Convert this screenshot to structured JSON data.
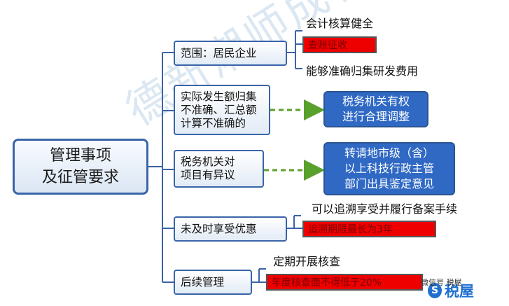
{
  "root": {
    "line1": "管理事项",
    "line2": "及征管要求"
  },
  "branches": [
    {
      "label": "范围：居民企业"
    },
    {
      "line1": "实际发生额归集",
      "line2": "不准确、汇总额",
      "line3": "计算不准确的"
    },
    {
      "line1": "税务机关对",
      "line2": "项目有异议"
    },
    {
      "label": "未及时享受优惠"
    },
    {
      "label": "后续管理"
    }
  ],
  "leaves": {
    "b1_top": "会计核算健全",
    "b1_red": "查账征收",
    "b1_bottom": "能够准确归集研发费用",
    "b4_top": "可以追溯享受并履行备案手续",
    "b4_red": "追溯期限最长为3年",
    "b5_top": "定期开展核查",
    "b5_red": "年度核查面不得低于20%"
  },
  "results": [
    {
      "line1": "税务机关有权",
      "line2": "进行合理调整"
    },
    {
      "line1": "转请地市级（含）",
      "line2": "以上科技行政主管",
      "line3": "部门出具鉴定意见"
    }
  ],
  "watermark": "德新潮师成税务",
  "logo": {
    "name": "税屋",
    "tag": "微信号 税屋",
    "mark": "S"
  },
  "colors": {
    "border": "#3a64a8",
    "result_fill": "#2f69c4",
    "red": "#ee0000",
    "arrow": "#5aa02c"
  }
}
